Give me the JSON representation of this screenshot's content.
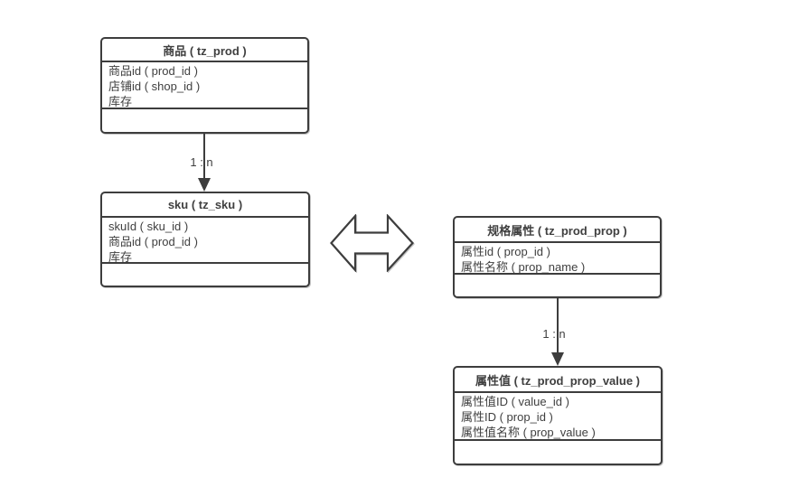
{
  "diagram": {
    "tables": [
      {
        "id": "prod",
        "title": "商品 ( tz_prod )",
        "fields": [
          "商品id ( prod_id )",
          "店铺id ( shop_id )",
          "库存"
        ]
      },
      {
        "id": "sku",
        "title": "sku ( tz_sku )",
        "fields": [
          "skuId ( sku_id )",
          "商品id ( prod_id )",
          "库存"
        ]
      },
      {
        "id": "prod_prop",
        "title": "规格属性 ( tz_prod_prop )",
        "fields": [
          "属性id ( prop_id )",
          "属性名称 ( prop_name )"
        ]
      },
      {
        "id": "prod_prop_value",
        "title": "属性值 ( tz_prod_prop_value )",
        "fields": [
          "属性值ID ( value_id )",
          "属性ID ( prop_id )",
          "属性值名称 ( prop_value )"
        ]
      }
    ],
    "connectors": [
      {
        "from": "prod",
        "to": "sku",
        "label": "1 : n"
      },
      {
        "from": "prod_prop",
        "to": "prod_prop_value",
        "label": "1 : n"
      }
    ],
    "colors": {
      "border": "#3d3d3d",
      "text": "#404040",
      "background": "#ffffff"
    }
  }
}
